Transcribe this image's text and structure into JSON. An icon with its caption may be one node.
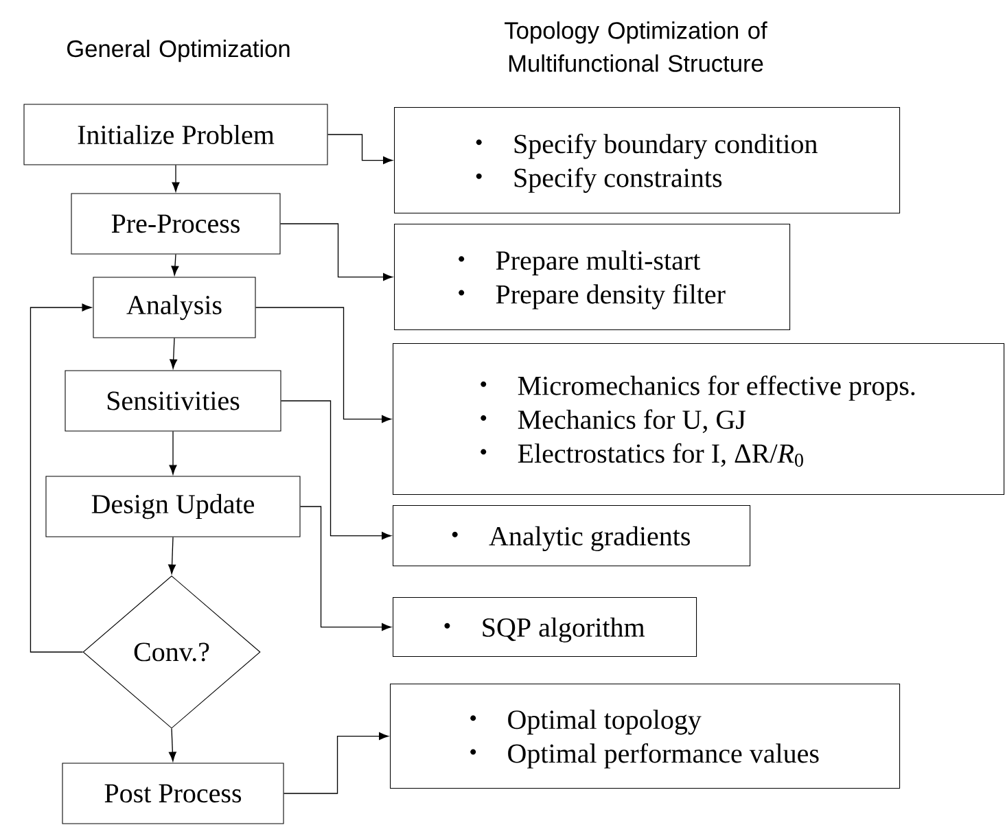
{
  "diagram": {
    "nodes": [
      {
        "text": [
          "Initialize Problem"
        ]
      },
      {
        "text": [
          "Pre-Process"
        ]
      },
      {
        "text": [
          "Analysis"
        ]
      },
      {
        "text": [
          "Sensitivities"
        ]
      },
      {
        "text": [
          "Design Update"
        ]
      },
      {
        "text": [
          "Conv.?"
        ]
      },
      {
        "text": [
          "Post Process"
        ]
      },
      {
        "text": [
          "Specify boundary condition",
          "Specify constraints"
        ]
      },
      {
        "text": [
          "Prepare multi-start",
          "Prepare density filter"
        ]
      },
      {
        "text": [
          "Micromechanics for effective props.",
          "Mechanics for U, GJ",
          "Electrostatics for I, ΔR/*R*$_{0}$"
        ]
      },
      {
        "text": [
          "Analytic gradients"
        ]
      },
      {
        "text": [
          "SQP algorithm"
        ]
      },
      {
        "text": [
          "Optimal topology",
          "Optimal performance values"
        ]
      }
    ],
    "edges": [
      {
        "from": 0,
        "to": 1,
        "arrow": "to"
      },
      {
        "from": 1,
        "to": 2,
        "arrow": "to"
      },
      {
        "from": 2,
        "to": 3,
        "arrow": "to"
      },
      {
        "from": 3,
        "to": 4,
        "arrow": "to"
      },
      {
        "from": 4,
        "to": 5,
        "arrow": "to"
      },
      {
        "from": 5,
        "to": 6,
        "arrow": "to"
      },
      {
        "from": 5,
        "to": 2,
        "arrow": "to"
      },
      {
        "from": 0,
        "to": 7,
        "arrow": "to"
      },
      {
        "from": 1,
        "to": 8,
        "arrow": "to"
      },
      {
        "from": 2,
        "to": 9,
        "arrow": "to"
      },
      {
        "from": 3,
        "to": 10,
        "arrow": "to"
      },
      {
        "from": 4,
        "to": 11,
        "arrow": "to"
      },
      {
        "from": 6,
        "to": 12,
        "arrow": "to"
      }
    ],
    "labels": [
      "General Optimization",
      "Topology Optimization of Multifunctional Structure"
    ]
  }
}
